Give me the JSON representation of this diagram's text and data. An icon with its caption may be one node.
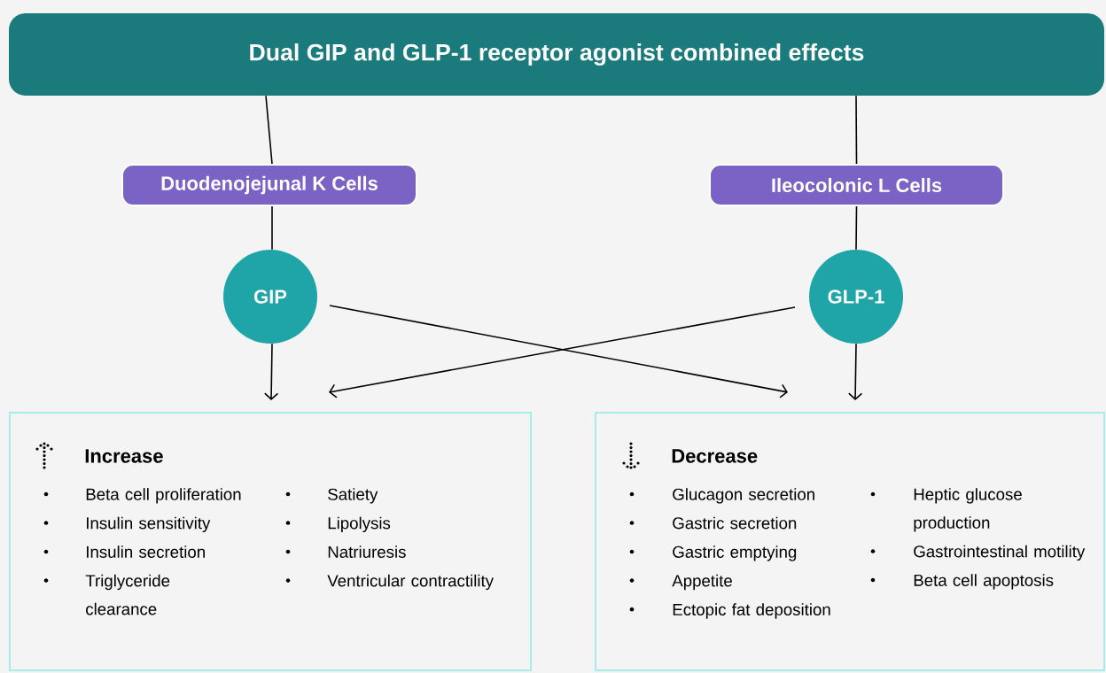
{
  "diagram": {
    "nodes": [
      {
        "text": [
          "Dual GIP and GLP-1 receptor agonist combined effects"
        ]
      },
      {
        "text": [
          "Duodenojejunal K Cells"
        ]
      },
      {
        "text": [
          "Ileocolonic L Cells"
        ]
      },
      {
        "text": [
          "GIP"
        ]
      },
      {
        "text": [
          "GLP-1"
        ]
      },
      {
        "text": [
          "Increase",
          "Beta cell proliferation",
          "Insulin sensitivity",
          "Insulin secretion",
          "Triglyceride clearance",
          "Satiety",
          "Lipolysis",
          "Natriuresis",
          "Ventricular contractility"
        ]
      },
      {
        "text": [
          "Decrease",
          "Glucagon secretion",
          "Gastric secretion",
          "Gastric emptying",
          "Appetite",
          "Ectopic fat deposition",
          "Heptic glucose production",
          "Gastrointestinal motility",
          "Beta cell apoptosis"
        ]
      }
    ],
    "edges": [
      {
        "from": 0,
        "to": 1,
        "arrow": "none"
      },
      {
        "from": 0,
        "to": 2,
        "arrow": "none"
      },
      {
        "from": 1,
        "to": 3,
        "arrow": "none"
      },
      {
        "from": 2,
        "to": 4,
        "arrow": "none"
      },
      {
        "from": 3,
        "to": 5,
        "arrow": "to"
      },
      {
        "from": 3,
        "to": 6,
        "arrow": "to"
      },
      {
        "from": 4,
        "to": 5,
        "arrow": "to"
      },
      {
        "from": 4,
        "to": 6,
        "arrow": "to"
      }
    ]
  }
}
